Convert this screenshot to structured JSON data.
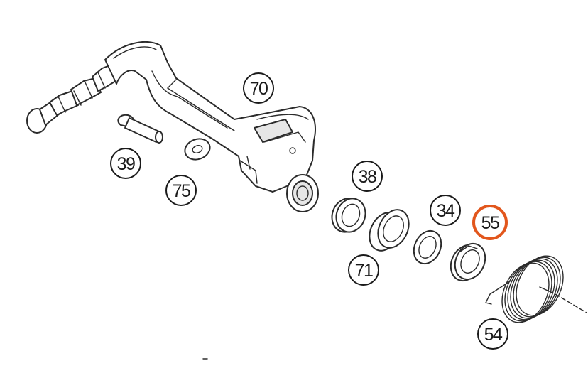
{
  "diagram": {
    "highlight_color": "#e2561c",
    "callouts": [
      {
        "id": "70",
        "label": "70",
        "highlighted": false
      },
      {
        "id": "39",
        "label": "39",
        "highlighted": false
      },
      {
        "id": "75",
        "label": "75",
        "highlighted": false
      },
      {
        "id": "38",
        "label": "38",
        "highlighted": false
      },
      {
        "id": "34",
        "label": "34",
        "highlighted": false
      },
      {
        "id": "55",
        "label": "55",
        "highlighted": true
      },
      {
        "id": "71",
        "label": "71",
        "highlighted": false
      },
      {
        "id": "54",
        "label": "54",
        "highlighted": false
      }
    ]
  }
}
